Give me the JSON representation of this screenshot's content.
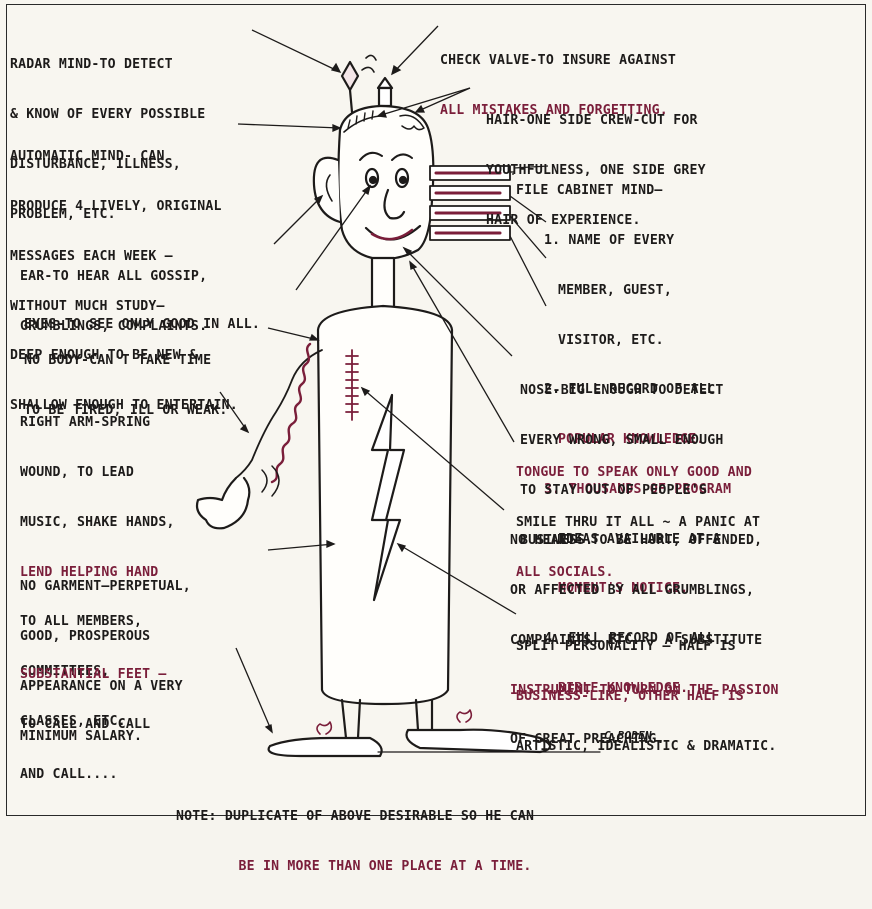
{
  "labels": {
    "radar": [
      "RADAR MIND-TO DETECT",
      "& KNOW OF EVERY POSSIBLE",
      "DISTURBANCE, ILLNESS,",
      "PROBLEM, ETC."
    ],
    "check_valve": [
      "CHECK VALVE-TO INSURE AGAINST",
      "ALL MISTAKES AND FORGETTING."
    ],
    "hair": [
      "HAIR-ONE SIDE CREW-CUT FOR",
      "YOUTHFULNESS, ONE SIDE GREY",
      "HAIR OF EXPERIENCE."
    ],
    "automatic": [
      "AUTOMATIC MIND- CAN",
      "PRODUCE 4 LIVELY, ORIGINAL",
      "MESSAGES EACH WEEK —",
      "WITHOUT MUCH STUDY—",
      "DEEP ENOUGH TO BE NEW &",
      "SHALLOW ENOUGH TO ENTERTAIN."
    ],
    "file_cabinet": [
      "FILE CABINET MIND—",
      "1. NAME OF EVERY",
      "MEMBER, GUEST,",
      "VISITOR, ETC.",
      "2. FULL RECORD OF ALL",
      "POPULAR KNOWLEDGE.",
      "3. THOUSANDS OF PROGRAM",
      "IDEAS AVAILABLE AT A",
      "MOMENT'S NOTICE.",
      "4. FULL RECORD OF ALL",
      "BIBLE KNOWLEDGE."
    ],
    "ear": [
      "EAR-TO HEAR ALL GOSSIP,",
      "GRUMBLINGS, COMPLAINTS."
    ],
    "eyes": [
      "EYES-TO SEE ONLY GOOD IN ALL."
    ],
    "no_body": [
      "NO BODY-CAN'T TAKE TIME",
      "TO BE TIRED, ILL OR WEAK."
    ],
    "nose": [
      "NOSE-BIG ENOUGH TO DETECT",
      "EVERY WRONG, SMALL ENOUGH",
      "TO STAY OUT OF PEOPLE'S",
      "BUSINESS."
    ],
    "right_arm": [
      "RIGHT ARM-SPRING",
      "WOUND, TO LEAD",
      "MUSIC, SHAKE HANDS,",
      "LEND HELPING HAND",
      "TO ALL MEMBERS,",
      "COMMITTEES,",
      "CLASSES, ETC."
    ],
    "tongue": [
      "TONGUE TO SPEAK ONLY GOOD AND",
      "SMILE THRU IT ALL ~ A PANIC AT",
      "ALL SOCIALS."
    ],
    "no_heart": [
      "NO HEART- TO BE HURT, OFFENDED,",
      "OR AFFECTED BY ALL GRUMBLINGS,",
      "COMPLAINTS, ETC. — A SUBSTITUTE",
      "INSTRUMENT TO TURN ON THE PASSION",
      "OF GREAT PREACHING."
    ],
    "no_garment": [
      "NO GARMENT—PERPETUAL,",
      "GOOD, PROSPEROUS",
      "APPEARANCE ON A VERY",
      "MINIMUM SALARY."
    ],
    "split": [
      "SPLIT PERSONALITY — HALF IS",
      "BUSINESS-LIKE, OTHER HALF IS",
      "ARTISTIC, IDEALISTIC & DRAMATIC."
    ],
    "feet": [
      "SUBSTANTIAL FEET —",
      "TO CALL AND CALL",
      "AND CALL...."
    ],
    "note": [
      "NOTE: DUPLICATE OF ABOVE DESIRABLE SO HE CAN",
      "BE IN MORE THAN ONE PLACE AT A TIME."
    ]
  },
  "signature": "C.BODEN"
}
